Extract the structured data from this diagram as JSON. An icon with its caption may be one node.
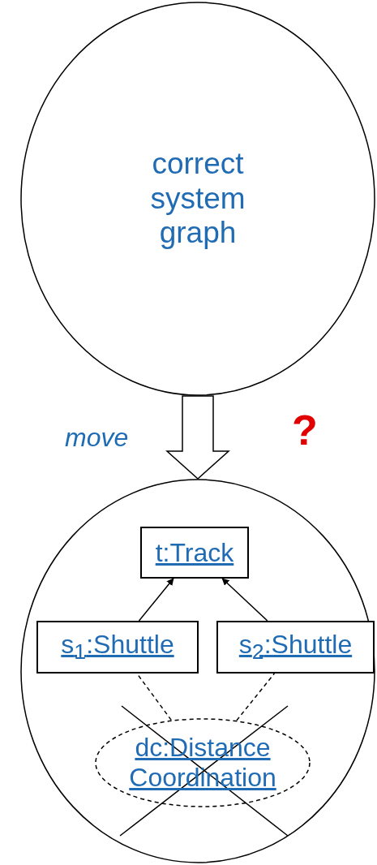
{
  "diagram": {
    "nodes": [
      {
        "text": [
          "correct system graph"
        ]
      },
      {
        "text": [],
        "shape": "circle"
      },
      {
        "text": [
          "t:Track"
        ],
        "in": 1
      },
      {
        "text": [
          "s$_{1}$:Shuttle"
        ],
        "in": 1
      },
      {
        "text": [
          "s$_{2}$:Shuttle"
        ],
        "in": 1
      },
      {
        "text": [
          "dc:Distance Coordination"
        ],
        "in": 1
      }
    ],
    "edges": [
      {
        "from": 0,
        "to": 1,
        "arrow": "to",
        "label": "move"
      },
      {
        "from": 3,
        "to": 2,
        "arrow": "to"
      },
      {
        "from": 4,
        "to": 2,
        "arrow": "to"
      },
      {
        "from": 5,
        "to": 3,
        "arrow": "none",
        "style": "dashed"
      },
      {
        "from": 5,
        "to": 4,
        "arrow": "none",
        "style": "dashed"
      }
    ],
    "labels": [
      "?"
    ]
  }
}
